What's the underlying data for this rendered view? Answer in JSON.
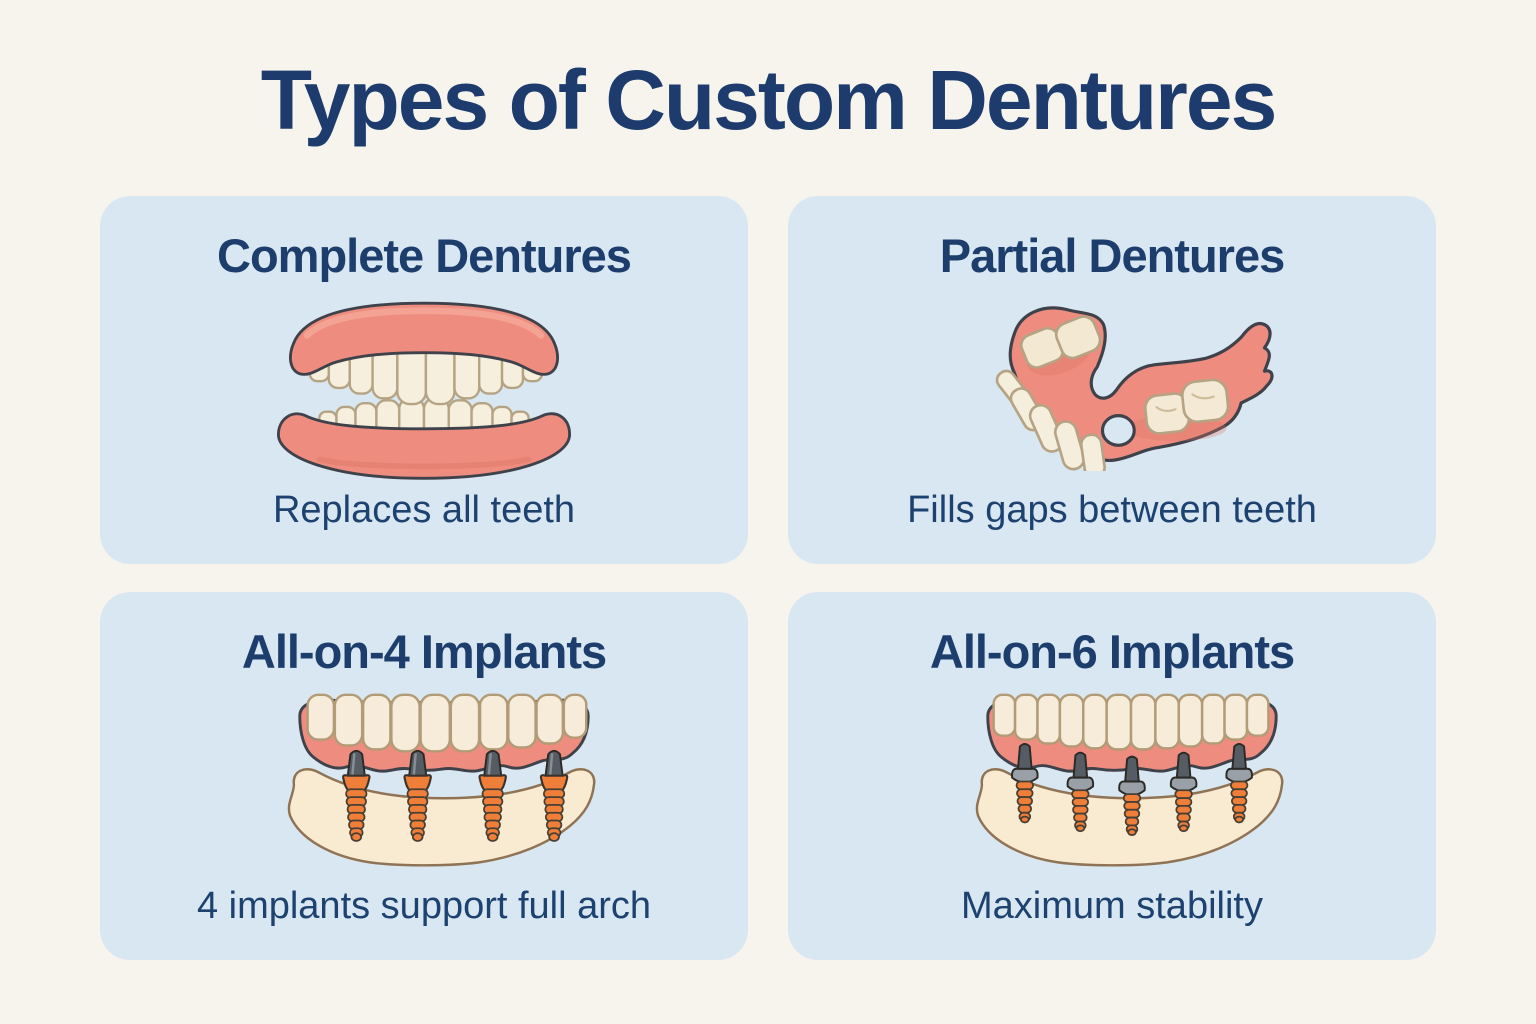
{
  "title": "Types of Custom Dentures",
  "cards": [
    {
      "heading": "Complete Dentures",
      "caption": "Replaces all teeth",
      "illustration": "complete-dentures-illustration"
    },
    {
      "heading": "Partial Dentures",
      "caption": "Fills gaps between teeth",
      "illustration": "partial-denture-illustration"
    },
    {
      "heading": "All-on-4 Implants",
      "caption": "4 implants support full arch",
      "illustration": "all-on-4-implants-illustration"
    },
    {
      "heading": "All-on-6 Implants",
      "caption": "Maximum stability",
      "illustration": "all-on-6-implants-illustration"
    }
  ],
  "colors": {
    "page_background": "#f7f4ee",
    "card_background": "#d8e7f2",
    "heading_navy": "#1d3e6c",
    "caption_navy": "#1d4270",
    "gum_pink": "#ee8d7f",
    "gum_highlight": "#f5aa9b",
    "tooth_cream": "#f6efde",
    "tooth_outline": "#b5a384",
    "bone_cream": "#f9ead2",
    "bone_outline": "#8f7354",
    "implant_orange": "#ee7e38",
    "metal_gray": "#565c63",
    "collar_gray": "#9aa0a7",
    "dark_outline": "#3f424b"
  }
}
